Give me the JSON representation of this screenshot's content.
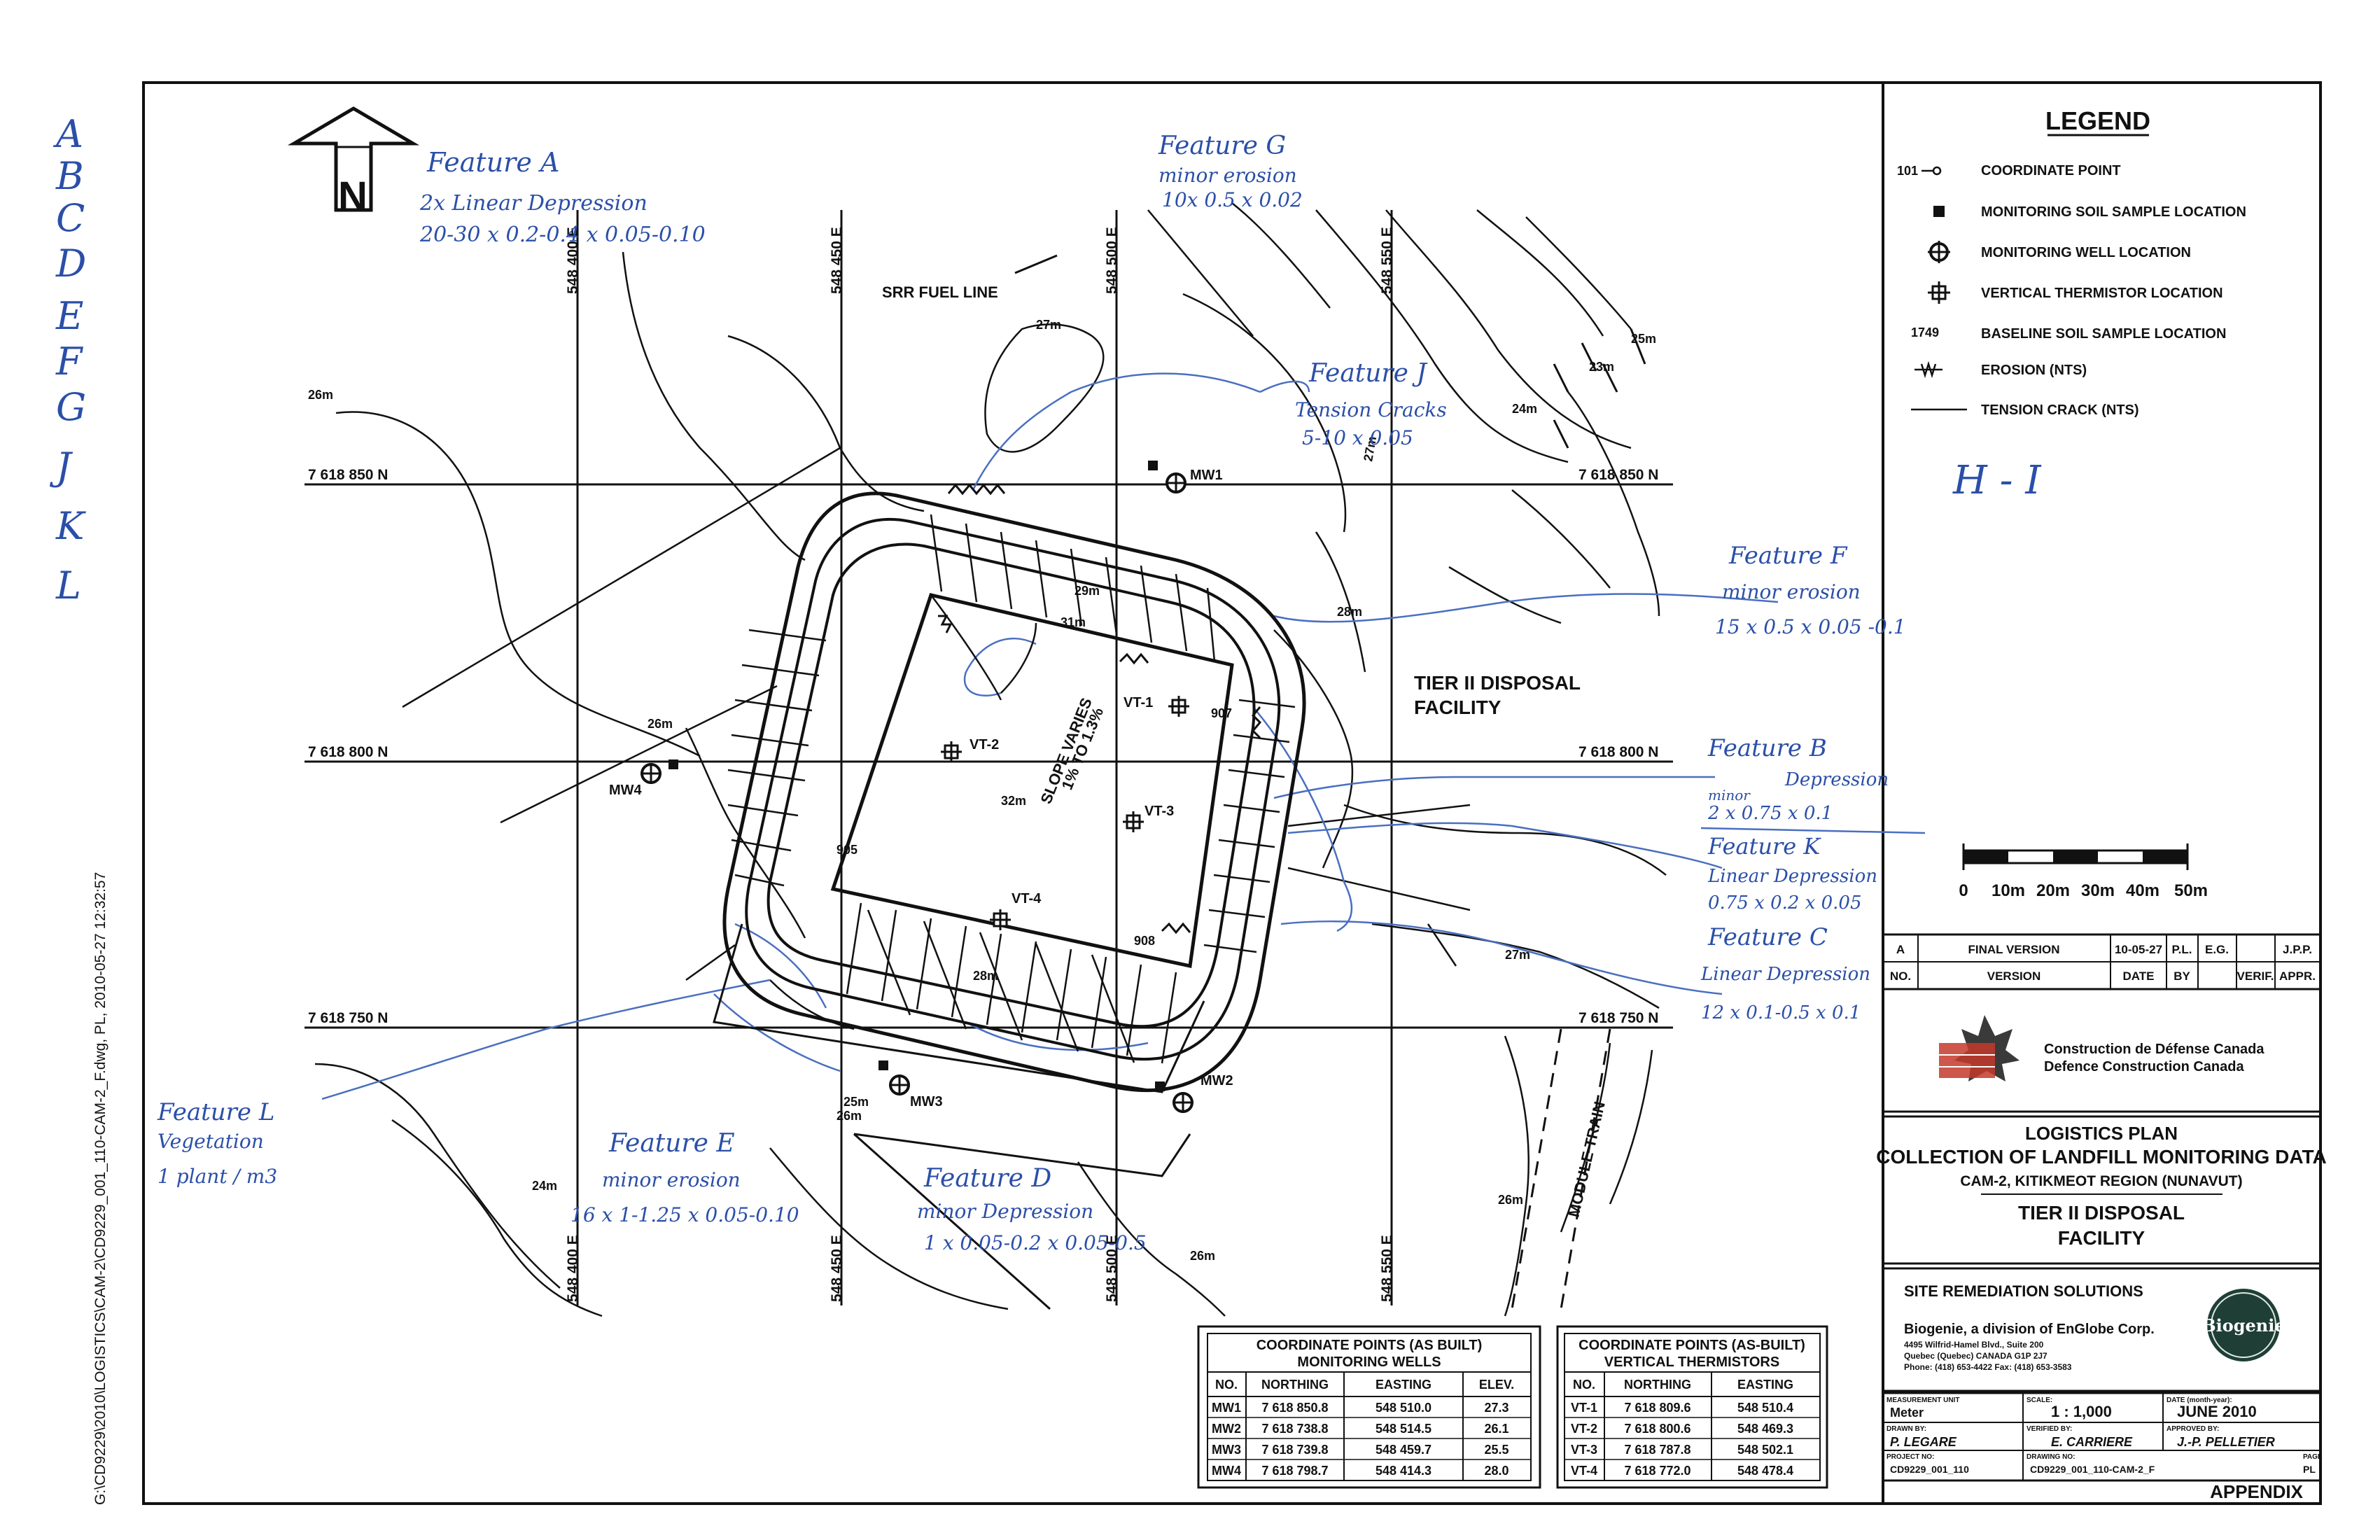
{
  "margin_letters": [
    "A",
    "B",
    "C",
    "D",
    "E",
    "F",
    "G",
    "J",
    "K",
    "L"
  ],
  "margin_file": "G:\\CD9229\\2010\\LOGISTICS\\CAM-2\\CD9229_001_110-CAM-2_F.dwg, PL, 2010-05-27 12:32:57",
  "north_label": "N",
  "grid": {
    "easting": [
      "548 400 E",
      "548 450 E",
      "548 500 E",
      "548 550 E"
    ],
    "northing": [
      "7 618 850 N",
      "7 618 800 N",
      "7 618 750 N"
    ]
  },
  "map_labels": {
    "fuel_line": "SRR FUEL LINE",
    "tier2": "TIER II DISPOSAL",
    "facility": "FACILITY",
    "slope1": "SLOPE VARIES",
    "slope2": "1% TO 1.3%",
    "module_train": "MODULE TRAIN",
    "mw": [
      "MW1",
      "MW2",
      "MW3",
      "MW4"
    ],
    "vt": [
      "VT-1",
      "VT-2",
      "VT-3",
      "VT-4"
    ],
    "contours": [
      "27m",
      "26m",
      "29m",
      "31m",
      "32m",
      "28m",
      "24m",
      "23m",
      "27m",
      "25m",
      "26m",
      "24m",
      "26m",
      "27m",
      "28m",
      "26m",
      "25m",
      "26m"
    ],
    "points": [
      "907",
      "905",
      "908"
    ]
  },
  "handwritten": {
    "featureA": [
      "Feature A",
      "2x Linear Depression",
      "20-30 x 0.2-0.4 x 0.05-0.10"
    ],
    "featureG": [
      "Feature G",
      "minor erosion",
      "10x 0.5 x 0.02"
    ],
    "featureJ": [
      "Feature J",
      "Tension Cracks",
      "5-10 x 0.05"
    ],
    "hi": "H - I",
    "featureF": [
      "Feature F",
      "minor erosion",
      "15 x 0.5 x 0.05 -0.1"
    ],
    "featureB": [
      "Feature B",
      "Depression",
      "minor",
      "2 x 0.75 x 0.1"
    ],
    "featureK": [
      "Feature K",
      "Linear Depression",
      "0.75 x 0.2 x 0.05"
    ],
    "featureC": [
      "Feature C",
      "Linear Depression",
      "12 x 0.1-0.5 x 0.1"
    ],
    "featureL": [
      "Feature L",
      "Vegetation",
      "1 plant / m3"
    ],
    "featureE": [
      "Feature E",
      "minor erosion",
      "16 x 1-1.25 x 0.05-0.10"
    ],
    "featureD": [
      "Feature D",
      "minor Depression",
      "1 x 0.05-0.2 x 0.05-0.5"
    ]
  },
  "legend": {
    "title": "LEGEND",
    "items": [
      {
        "symbol": "101",
        "label": "COORDINATE POINT"
      },
      {
        "symbol": "",
        "label": "MONITORING SOIL SAMPLE LOCATION"
      },
      {
        "symbol": "",
        "label": "MONITORING WELL LOCATION"
      },
      {
        "symbol": "",
        "label": "VERTICAL THERMISTOR LOCATION"
      },
      {
        "symbol": "1749",
        "label": "BASELINE SOIL SAMPLE LOCATION"
      },
      {
        "symbol": "",
        "label": "EROSION (NTS)"
      },
      {
        "symbol": "",
        "label": "TENSION CRACK (NTS)"
      }
    ]
  },
  "scale_bar": {
    "ticks": [
      "0",
      "10m",
      "20m",
      "30m",
      "40m",
      "50m"
    ]
  },
  "revision": {
    "row": {
      "no": "A",
      "version": "FINAL VERSION",
      "date": "10-05-27",
      "by": "P.L.",
      "verif": "E.G.",
      "appr": "J.P.P."
    },
    "headers": {
      "no": "NO.",
      "version": "VERSION",
      "date": "DATE",
      "by": "BY",
      "verif": "VERIF.",
      "appr": "APPR."
    }
  },
  "agency": {
    "fr": "Construction de Défense Canada",
    "en": "Defence Construction Canada"
  },
  "title_block": {
    "l1": "LOGISTICS PLAN",
    "l2": "COLLECTION OF LANDFILL MONITORING DATA",
    "l3": "CAM-2, KITIKMEOT REGION (NUNAVUT)",
    "l4": "TIER II DISPOSAL",
    "l5": "FACILITY"
  },
  "consultant": {
    "heading": "SITE REMEDIATION SOLUTIONS",
    "name": "Biogenie, a division of EnGlobe Corp.",
    "addr1": "4495 Wilfrid-Hamel Blvd., Suite 200",
    "addr2": "Quebec (Quebec) CANADA G1P 2J7",
    "phone": "Phone: (418) 653-4422  Fax: (418) 653-3583",
    "logo": "Biogenie"
  },
  "info": {
    "unit_label": "MEASUREMENT UNIT",
    "unit": "Meter",
    "scale_label": "SCALE:",
    "scale": "1 : 1,000",
    "date_label": "DATE (month-year):",
    "date": "JUNE 2010",
    "drawn_label": "DRAWN BY:",
    "drawn": "P. LEGARE",
    "verified_label": "VERIFIED BY:",
    "verified": "E. CARRIERE",
    "approved_label": "APPROVED BY:",
    "approved": "J.-P. PELLETIER",
    "project_label": "PROJECT NO:",
    "project": "CD9229_001_110",
    "drawing_label": "DRAWING NO:",
    "drawing": "CD9229_001_110-CAM-2_F",
    "page_label": "PAGE",
    "page": "PL",
    "appendix": "APPENDIX"
  },
  "table_wells": {
    "title1": "COORDINATE POINTS (AS BUILT)",
    "title2": "MONITORING WELLS",
    "headers": [
      "NO.",
      "NORTHING",
      "EASTING",
      "ELEV."
    ],
    "rows": [
      [
        "MW1",
        "7 618 850.8",
        "548 510.0",
        "27.3"
      ],
      [
        "MW2",
        "7 618 738.8",
        "548 514.5",
        "26.1"
      ],
      [
        "MW3",
        "7 618 739.8",
        "548 459.7",
        "25.5"
      ],
      [
        "MW4",
        "7 618 798.7",
        "548 414.3",
        "28.0"
      ]
    ]
  },
  "table_therm": {
    "title1": "COORDINATE POINTS (AS-BUILT)",
    "title2": "VERTICAL THERMISTORS",
    "headers": [
      "NO.",
      "NORTHING",
      "EASTING"
    ],
    "rows": [
      [
        "VT-1",
        "7 618 809.6",
        "548 510.4"
      ],
      [
        "VT-2",
        "7 618 800.6",
        "548 469.3"
      ],
      [
        "VT-3",
        "7 618 787.8",
        "548 502.1"
      ],
      [
        "VT-4",
        "7 618 772.0",
        "548 478.4"
      ]
    ]
  }
}
